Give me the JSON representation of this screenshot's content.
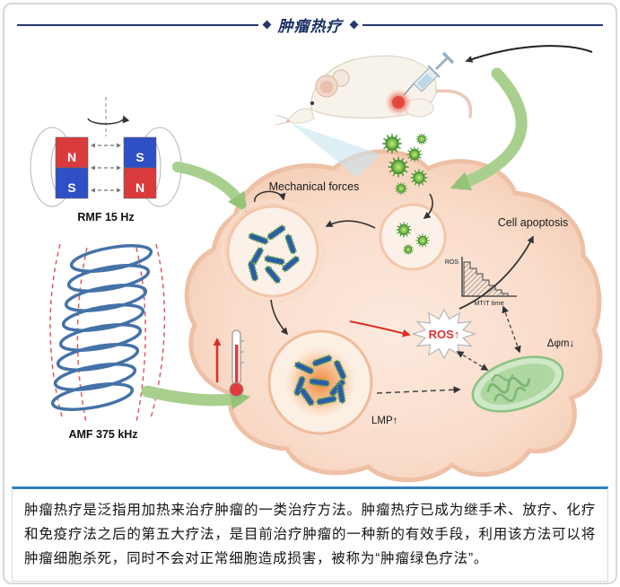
{
  "header": {
    "title": "肿瘤热疗"
  },
  "diagram": {
    "rmf_label": "RMF 15 Hz",
    "amf_label": "AMF 375 kHz",
    "mechanical_forces_label": "Mechanical forces",
    "cell_apoptosis_label": "Cell apoptosis",
    "ros_burst_label": "ROS↑",
    "mini_chart": {
      "y_axis_label": "ROS",
      "x_axis_label": "MTIT time"
    },
    "delta_phi_label": "Δφm↓",
    "lmp_label": "LMP↑",
    "magnets": {
      "left_top": "N",
      "left_bottom": "S",
      "right_top": "S",
      "right_bottom": "N"
    }
  },
  "caption": {
    "text": "肿瘤热疗是泛指用加热来治疗肿瘤的一类治疗方法。肿瘤热疗已成为继手术、放疗、化疗和免疫疗法之后的第五大疗法，是目前治疗肿瘤的一种新的有效手段，利用该方法可以将肿瘤细胞杀死，同时不会对正常细胞造成损害，被称为“肿瘤绿色疗法”。"
  },
  "colors": {
    "title_navy": "#1b3064",
    "accent_blue": "#2e7fc2",
    "cell_fill": "#f9dcca",
    "cell_edge": "#eec0a5",
    "green_arrow": "#95c378",
    "nano_green": "#7cbf4e",
    "magnet_red": "#d93a3c",
    "magnet_blue": "#2e4fc5",
    "ros_red": "#e03030",
    "mito_green": "#8bc283"
  }
}
